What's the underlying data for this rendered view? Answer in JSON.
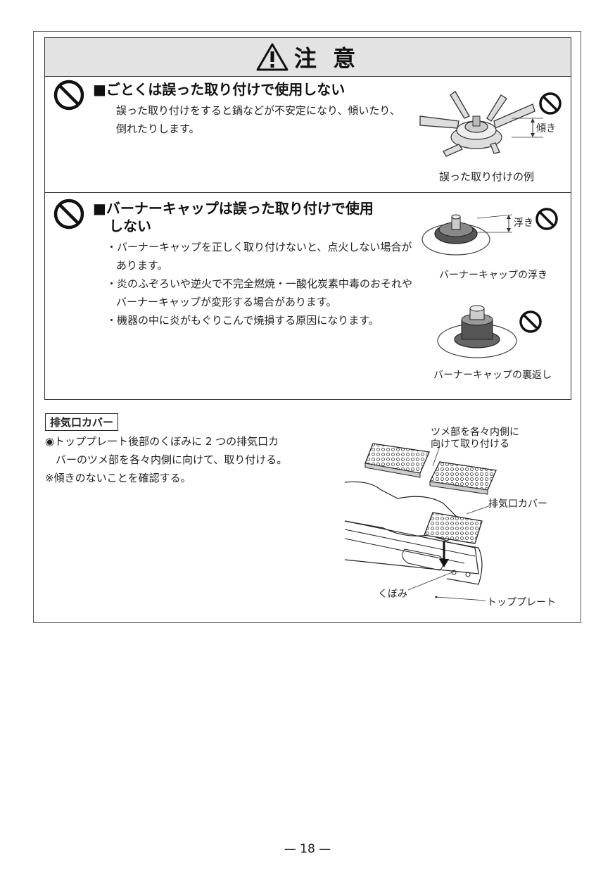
{
  "caution": {
    "title": "注 意",
    "section1": {
      "heading": "■ごとくは誤った取り付けで使用しない",
      "body_line1": "誤った取り付けをすると鍋などが不安定になり、傾いたり、",
      "body_line2": "倒れたりします。",
      "tilt_label": "傾き",
      "caption": "誤った取り付けの例"
    },
    "section2": {
      "heading_line1": "■バーナーキャップは誤った取り付けで使用",
      "heading_line2": "しない",
      "bullets": [
        "バーナーキャップを正しく取り付けないと、点火しない場合があります。",
        "炎のふぞろいや逆火で不完全燃焼・一酸化炭素中毒のおそれやバーナーキャップが変形する場合があります。",
        "機器の中に炎がもぐりこんで焼損する原因になります。"
      ],
      "float_label": "浮き",
      "caption_float": "バーナーキャップの浮き",
      "caption_reverse": "バーナーキャップの裏返し"
    }
  },
  "exhaust": {
    "tag": "排気口カバー",
    "line1": "◉トッププレート後部のくぼみに 2 つの排気口カ",
    "line2": "バーのツメ部を各々内側に向けて、取り付ける。",
    "line3": "※傾きのないことを確認する。",
    "callout_claw_line1": "ツメ部を各々内側に",
    "callout_claw_line2": "向けて取り付ける",
    "callout_cover": "排気口カバー",
    "callout_recess": "くぼみ",
    "callout_plate": "トッププレート"
  },
  "page_number": "— 18 —"
}
